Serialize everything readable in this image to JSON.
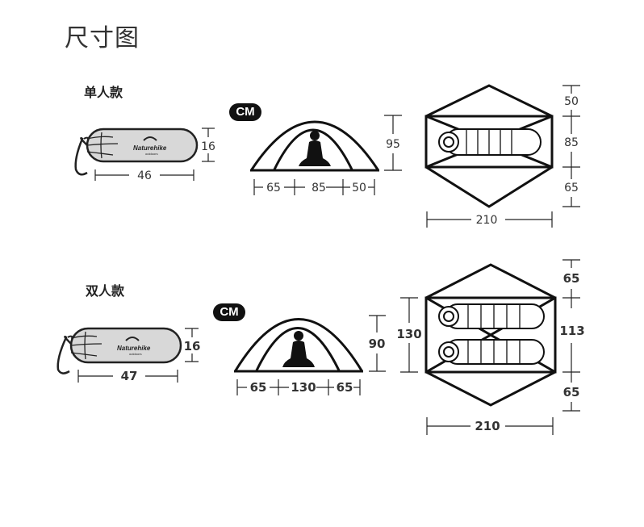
{
  "title": "尺寸图",
  "unit_badge": "CM",
  "brand": {
    "name": "Naturehike",
    "sub": "outdoors"
  },
  "single": {
    "label": "单人款",
    "bag_length": "46",
    "bag_diameter": "16",
    "front_left": "65",
    "front_center": "85",
    "front_right": "50",
    "front_height": "95",
    "plan_top": "50",
    "plan_middle": "85",
    "plan_bottom": "65",
    "plan_length": "210"
  },
  "double": {
    "label": "双人款",
    "bag_length": "47",
    "bag_diameter": "16",
    "front_left": "65",
    "front_center": "130",
    "front_right": "65",
    "front_height": "90",
    "plan_top": "65",
    "plan_middle": "113",
    "plan_width": "130",
    "plan_bottom": "65",
    "plan_length": "210"
  }
}
